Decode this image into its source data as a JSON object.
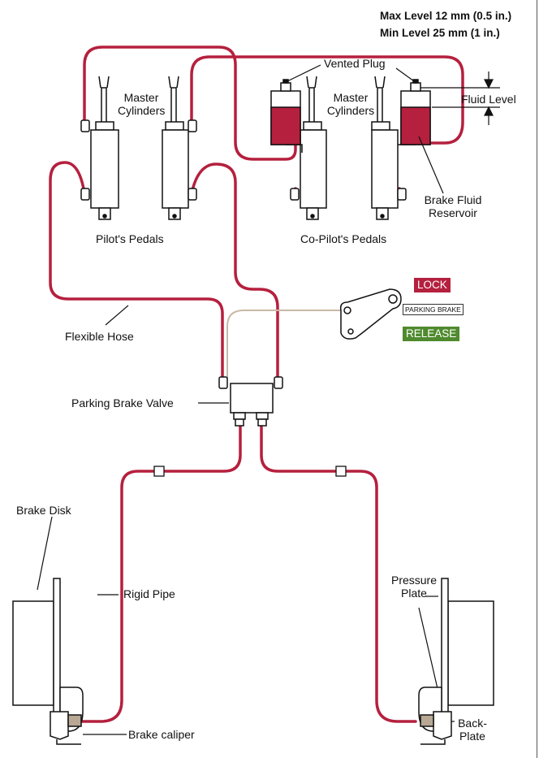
{
  "labels": {
    "max_level": "Max Level 12 mm (0.5 in.)",
    "min_level": "Min Level 25 mm (1 in.)",
    "vented_plug": "Vented Plug",
    "master_cylinders_left": "Master Cylinders",
    "master_cylinders_right": "Master Cylinders",
    "fluid_level": "Fluid Level",
    "brake_fluid_reservoir": "Brake Fluid Reservoir",
    "pilots_pedals": "Pilot's Pedals",
    "copilots_pedals": "Co-Pilot's Pedals",
    "lock": "LOCK",
    "parking_brake": "PARKING BRAKE",
    "release": "RELEASE",
    "flexible_hose": "Flexible Hose",
    "parking_brake_valve": "Parking Brake Valve",
    "brake_disk": "Brake Disk",
    "rigid_pipe": "Rigid Pipe",
    "pressure_plate": "Pressure Plate",
    "brake_caliper": "Brake caliper",
    "back_plate": "Back- Plate"
  },
  "colors": {
    "hose": "#b5203e",
    "reservoir_fluid": "#b5203e",
    "lock_badge": "#b5203e",
    "release_badge": "#4f8a2e",
    "cable": "#c9b8a6",
    "caliper": "#b8a894"
  }
}
